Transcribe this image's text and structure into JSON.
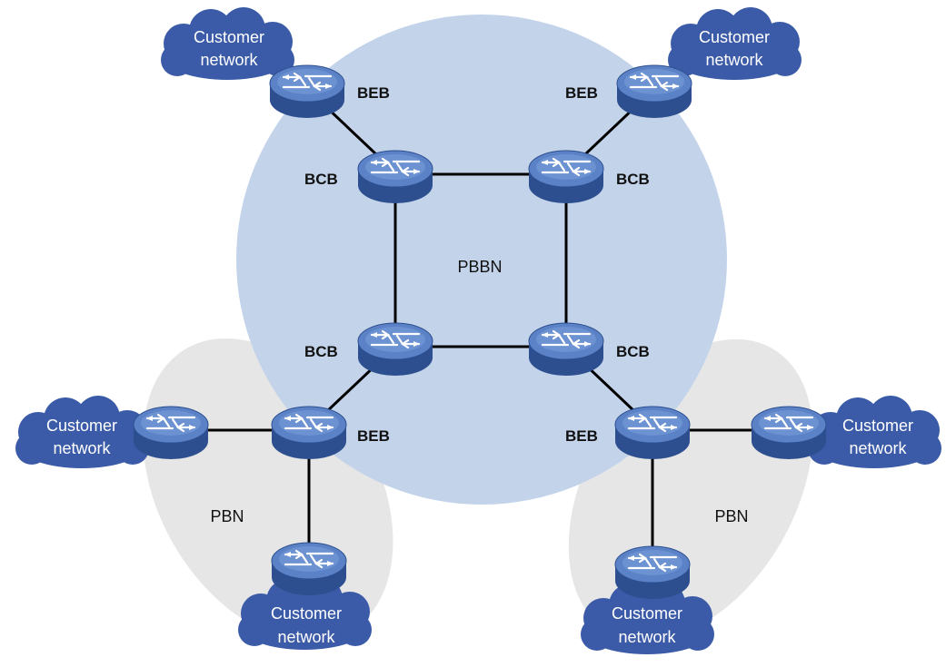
{
  "areas": {
    "core": "PBBN",
    "access_left": "PBN",
    "access_right": "PBN"
  },
  "role_labels": {
    "edge": "BEB",
    "core": "BCB"
  },
  "clouds": {
    "top_left": {
      "line1": "Customer",
      "line2": "network"
    },
    "top_right": {
      "line1": "Customer",
      "line2": "network"
    },
    "left": {
      "line1": "Customer",
      "line2": "network"
    },
    "right": {
      "line1": "Customer",
      "line2": "network"
    },
    "bottom_left": {
      "line1": "Customer",
      "line2": "network"
    },
    "bottom_right": {
      "line1": "Customer",
      "line2": "network"
    }
  },
  "icons": {
    "device": "switch-icon",
    "cloud": "cloud-icon"
  },
  "colors": {
    "core_area": "#c3d3ea",
    "access_area": "#e6e6e6",
    "cloud": "#3b5ba8",
    "switch": "#4a6fb6"
  }
}
